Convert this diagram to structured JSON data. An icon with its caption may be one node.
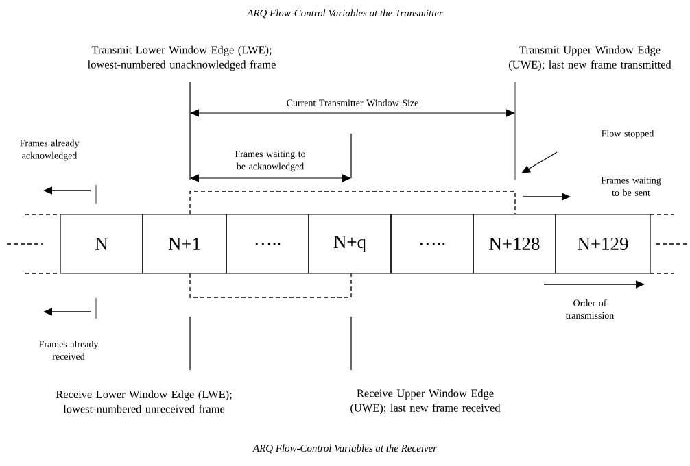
{
  "diagram": {
    "title": "ARQ Flow-Control Variables at the Transmitter",
    "caption": "ARQ Flow-Control Variables at the Receiver",
    "nodes": [
      {
        "text": [
          "N"
        ]
      },
      {
        "text": [
          "N+1"
        ]
      },
      {
        "text": [
          "….."
        ]
      },
      {
        "text": [
          "N+q"
        ]
      },
      {
        "text": [
          "….."
        ]
      },
      {
        "text": [
          "N+128"
        ]
      },
      {
        "text": [
          "N+129"
        ]
      }
    ],
    "edges": [],
    "labels": [
      "Transmit Lower Window Edge (LWE); lowest-numbered unacknowledged frame",
      "Transmit Upper Window Edge (UWE); last new frame transmitted",
      "Current Transmitter Window Size",
      "Flow stopped",
      "Frames waiting to be acknowledged",
      "Frames already acknowledged",
      "Frames waiting to be sent",
      "Order of transmission",
      "Frames already received",
      "Receive Lower Window Edge (LWE); lowest-numbered unreceived frame",
      "Receive Upper Window Edge (UWE); last new frame received"
    ]
  }
}
